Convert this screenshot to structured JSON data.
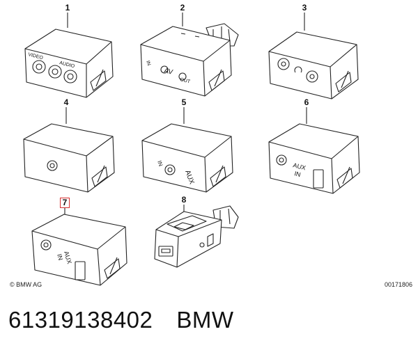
{
  "callouts": [
    "1",
    "2",
    "3",
    "4",
    "5",
    "6",
    "7",
    "8"
  ],
  "highlighted_callout": "7",
  "labels": {
    "video": "VIDEO",
    "audio": "AUDIO",
    "in": "IN",
    "av": "AV",
    "out": "OUT",
    "aux": "AUX"
  },
  "copyright": "© BMW AG",
  "diagram_ref": "00171806",
  "footer": {
    "part_number": "61319138402",
    "brand": "BMW"
  },
  "colors": {
    "line": "#222222",
    "highlight": "#d83030",
    "background": "#ffffff"
  }
}
